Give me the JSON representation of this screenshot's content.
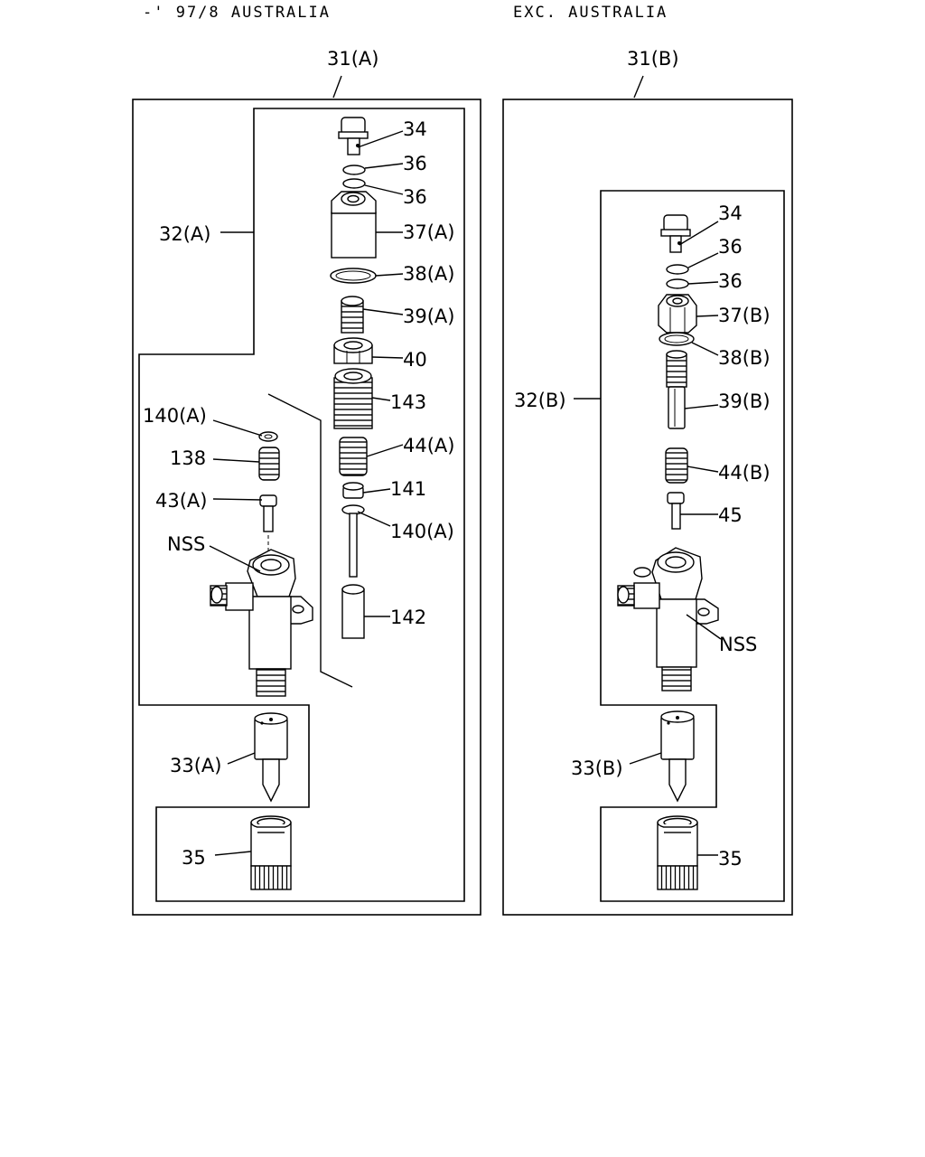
{
  "headers": {
    "left": "-' 97/8 AUSTRALIA",
    "right": "EXC. AUSTRALIA"
  },
  "left_assembly": {
    "assembly_label": "31(A)",
    "holder_label": "32(A)",
    "nozzle_label": "33(A)",
    "nut_label": "35",
    "callouts": {
      "bolt": "34",
      "washer_upper": "36",
      "washer_lower": "36",
      "cap": "37(A)",
      "gasket": "38(A)",
      "adjust_screw": "39(A)",
      "lock_nut": "40",
      "sleeve": "143",
      "spring": "44(A)",
      "seat": "141",
      "shim_rod": "140(A)",
      "tube": "142",
      "shim_side": "140(A)",
      "spring_side": "138",
      "push_rod": "43(A)",
      "body": "NSS"
    }
  },
  "right_assembly": {
    "assembly_label": "31(B)",
    "holder_label": "32(B)",
    "nozzle_label": "33(B)",
    "nut_label": "35",
    "callouts": {
      "bolt": "34",
      "washer_upper": "36",
      "washer_lower": "36",
      "cap": "37(B)",
      "gasket": "38(B)",
      "adjust_screw": "39(B)",
      "spring": "44(B)",
      "push_rod": "45",
      "body": "NSS"
    }
  }
}
